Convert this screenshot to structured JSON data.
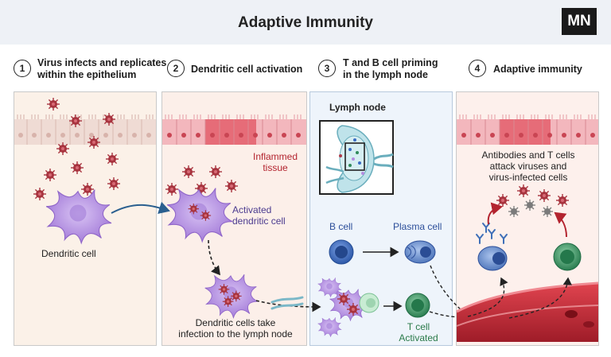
{
  "header": {
    "title": "Adaptive Immunity",
    "logo": "MN"
  },
  "steps": [
    {
      "number": "1",
      "title_line1": "Virus infects and replicates",
      "title_line2": "within the epithelium"
    },
    {
      "number": "2",
      "title_line1": "Dendritic cell activation",
      "title_line2": ""
    },
    {
      "number": "3",
      "title_line1": "T and B cell priming",
      "title_line2": "in the lymph node"
    },
    {
      "number": "4",
      "title_line1": "Adaptive immunity",
      "title_line2": ""
    }
  ],
  "panel1": {
    "dendritic_cell": "Dendritic cell"
  },
  "panel2": {
    "inflamed_line1": "Inflammed",
    "inflamed_line2": "tissue",
    "activated_line1": "Activated",
    "activated_line2": "dendritic cell",
    "take_line1": "Dendritic cells take",
    "take_line2": "infection to the lymph node"
  },
  "panel3": {
    "lymph_node": "Lymph node",
    "b_cell": "B cell",
    "plasma_cell": "Plasma cell",
    "t_cell": "T cell",
    "activated": "Activated"
  },
  "panel4": {
    "line1": "Antibodies and T cells",
    "line2": "attack viruses and",
    "line3": "virus-infected cells"
  },
  "colors": {
    "virus": "#b03a48",
    "epithelium_normal": "#f0ddd8",
    "epithelium_inflamed": "#e8737f",
    "dendritic": "#b48be0",
    "b_cell": "#3a6cc4",
    "t_cell": "#2f8a5a",
    "vessel": "#c52a35",
    "label_red": "#b3242f",
    "label_purple": "#4b3b8f",
    "label_blue": "#2d4f9a",
    "label_green": "#2a7a4a"
  }
}
